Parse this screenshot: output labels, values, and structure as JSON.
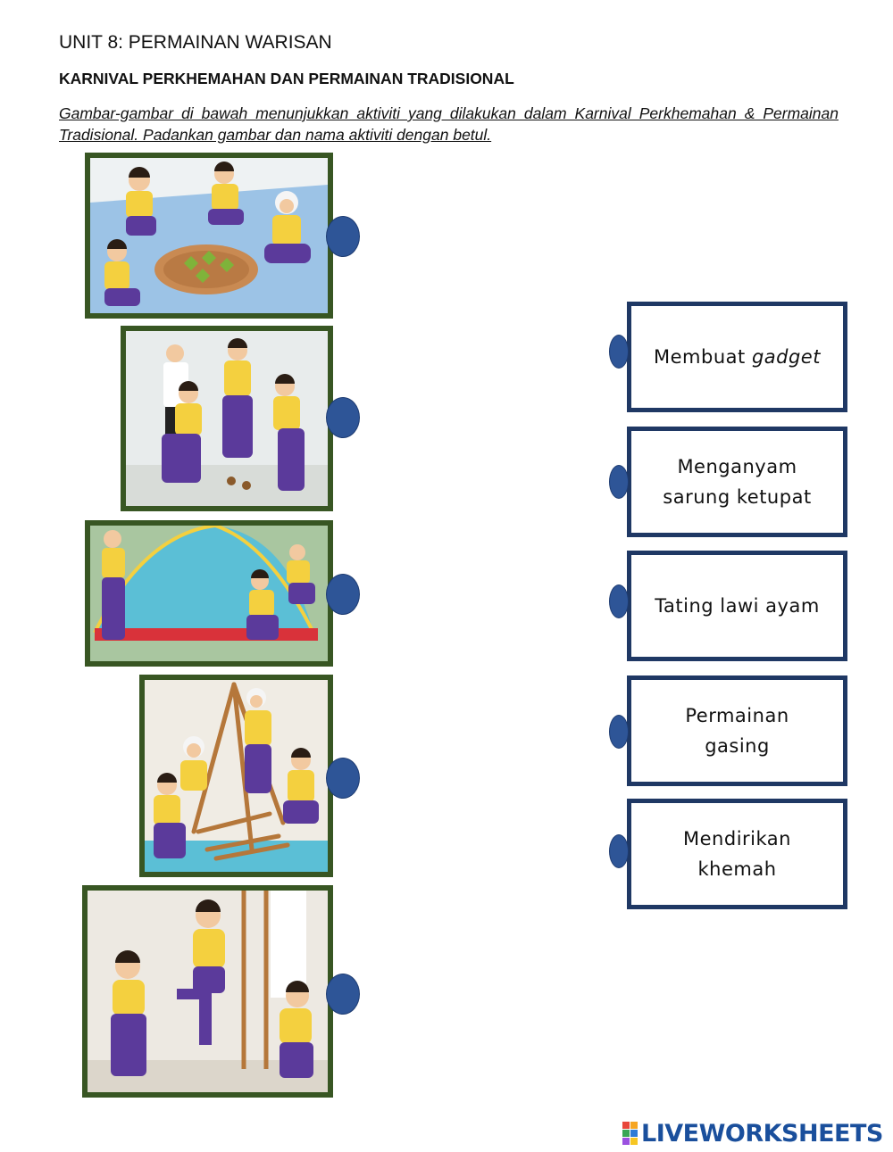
{
  "header": {
    "unit_title": "UNIT 8: PERMAINAN WARISAN",
    "subtitle": "KARNIVAL PERKHEMAHAN DAN PERMAINAN TRADISIONAL",
    "instruction": "Gambar-gambar di bawah menunjukkan aktiviti yang dilakukan dalam Karnival Perkhemahan & Permainan Tradisional. Padankan gambar dan nama aktiviti dengan betul."
  },
  "pictures": [
    {
      "icon": "weaving-ketupat-illustration"
    },
    {
      "icon": "spinning-top-illustration"
    },
    {
      "icon": "pitching-tent-illustration"
    },
    {
      "icon": "building-gadget-illustration"
    },
    {
      "icon": "hopping-game-illustration"
    }
  ],
  "cards": [
    {
      "label": "Membuat",
      "label_em": "gadget"
    },
    {
      "label": "Menganyam sarung ketupat"
    },
    {
      "label": "Tating lawi ayam"
    },
    {
      "label": "Permainan gasing"
    },
    {
      "label": "Mendirikan khemah"
    }
  ],
  "footer": {
    "brand": "LIVEWORKSHEETS"
  },
  "colors": {
    "frame": "#385623",
    "dot": "#2e5597",
    "card_border": "#1f3864",
    "brand": "#1a4f9c",
    "uniform_shirt": "#f4d03f",
    "uniform_pants": "#5b3a9b"
  }
}
